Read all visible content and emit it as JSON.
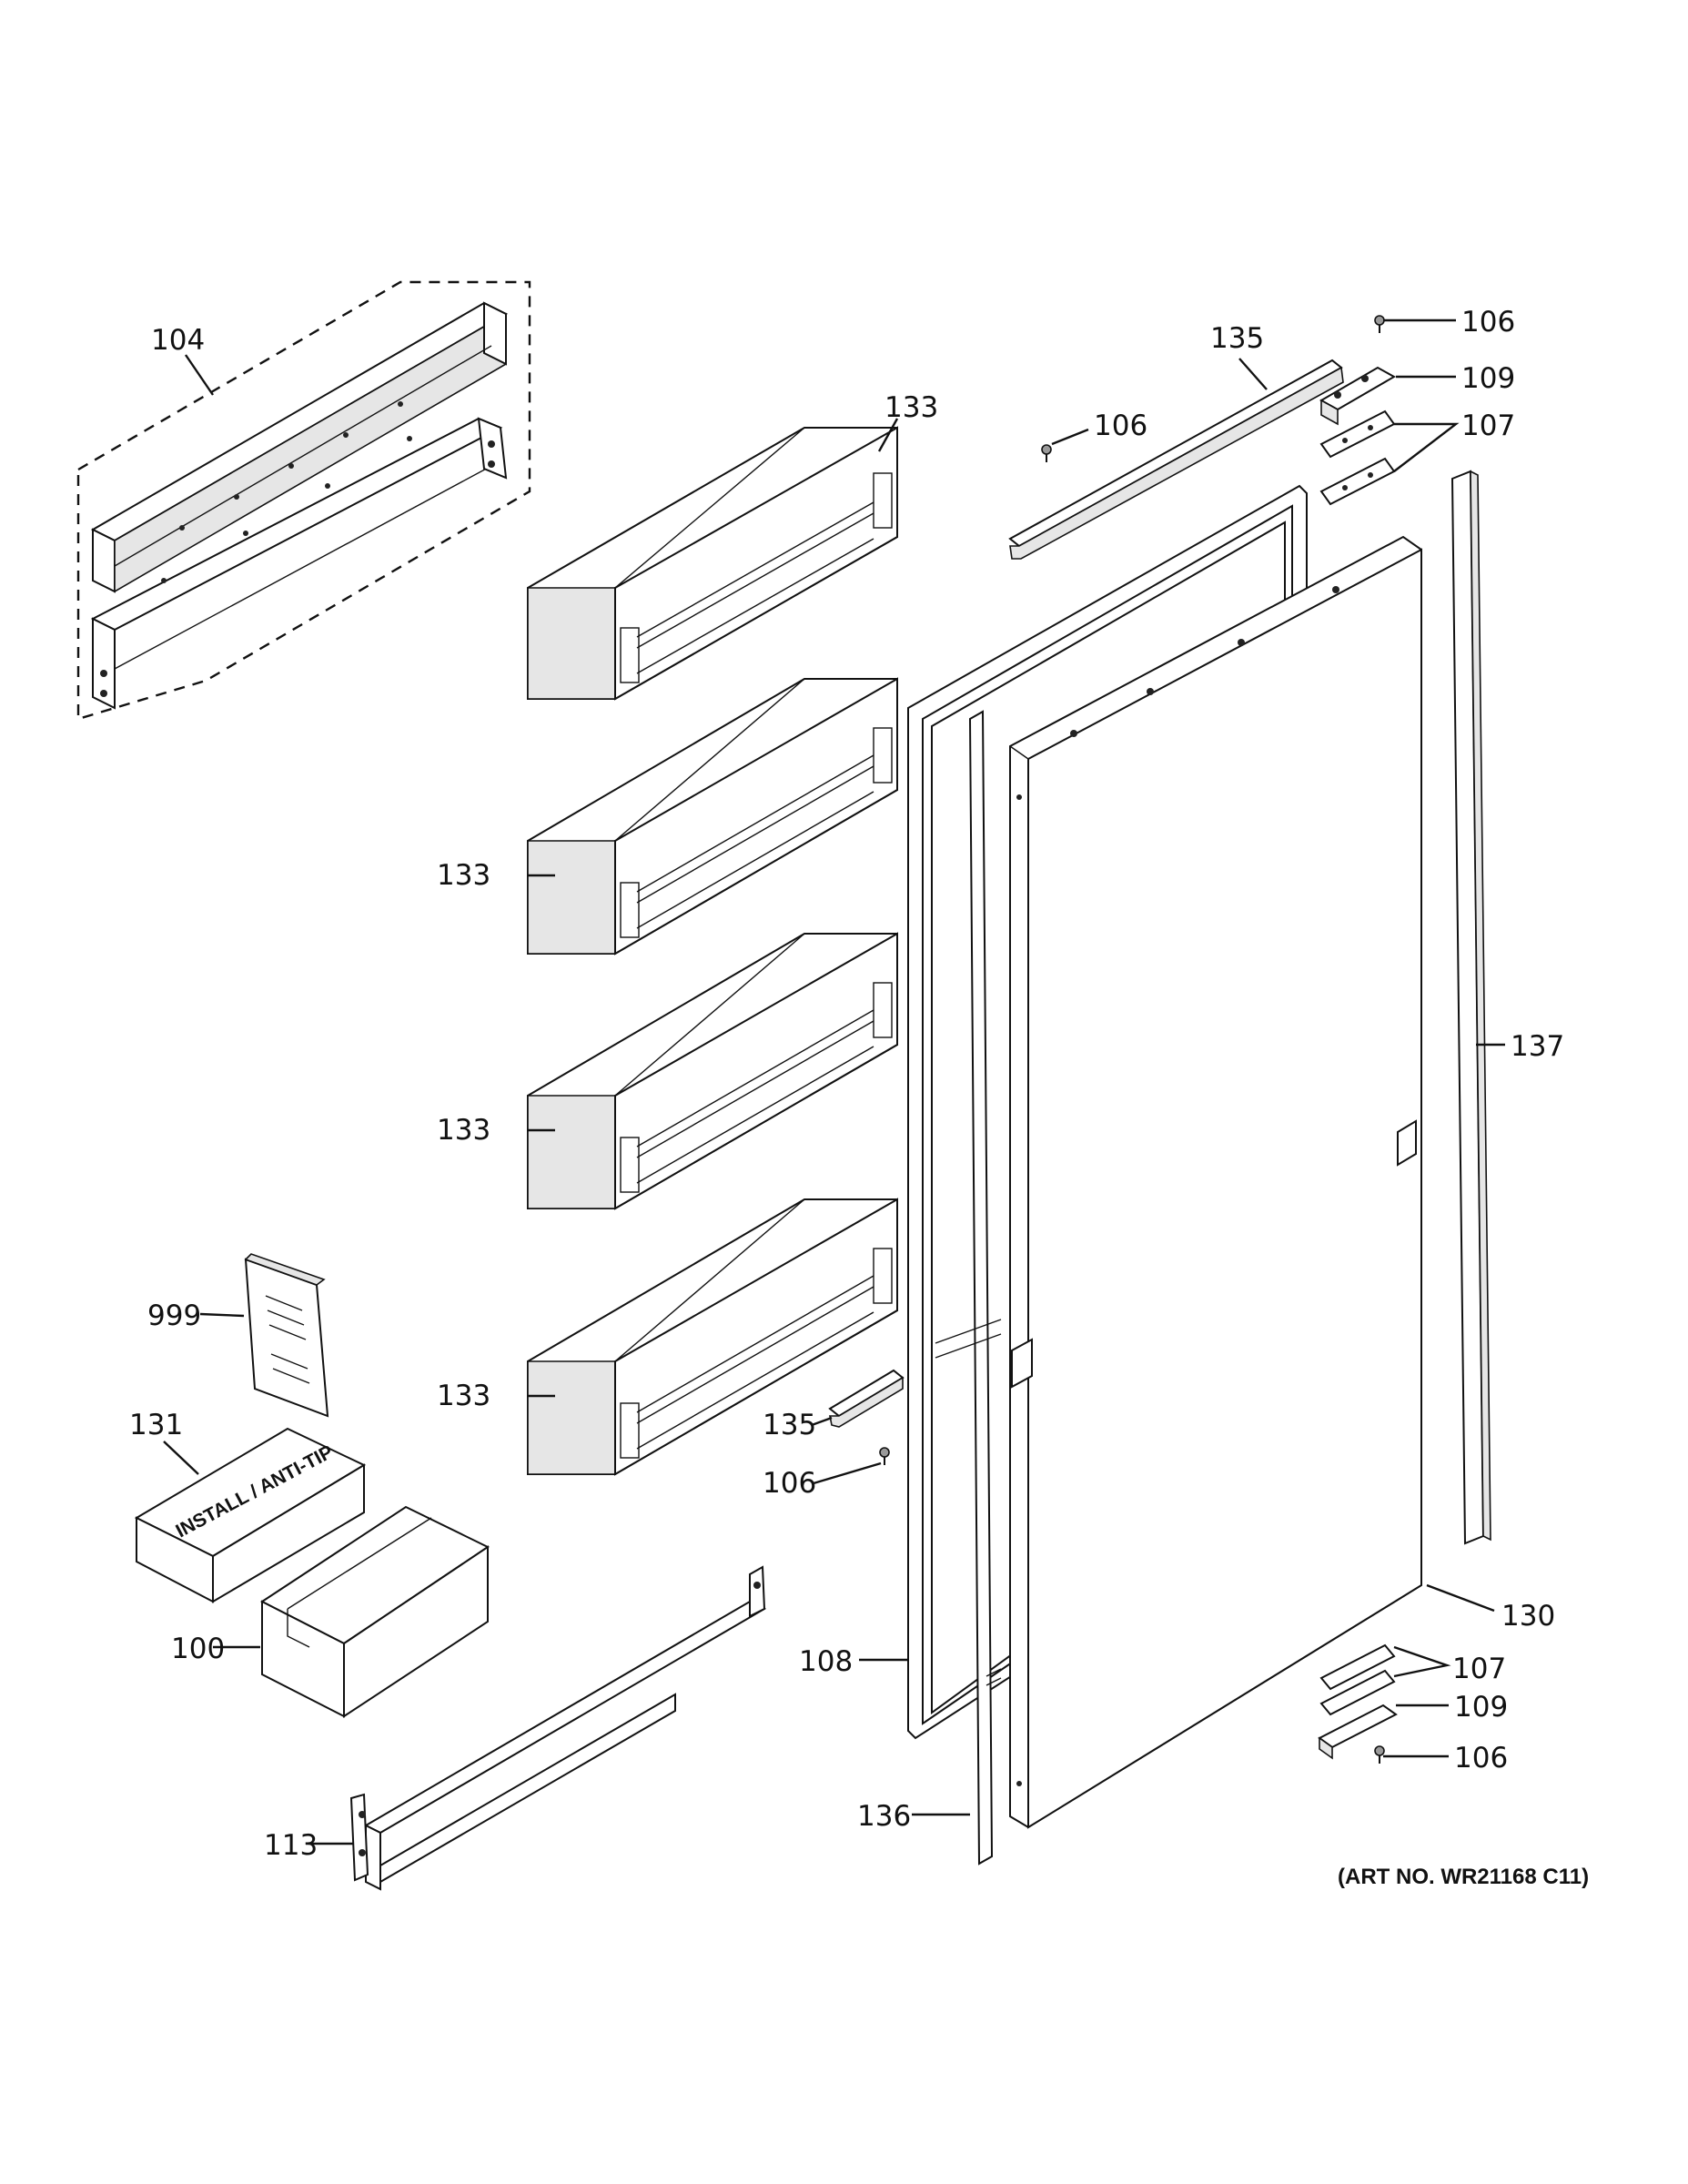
{
  "art_number": "(ART NO. WR21168 C11)",
  "box_stamp": "INSTALL / ANTI-TIP",
  "callouts": [
    {
      "id": "c104",
      "label": "104"
    },
    {
      "id": "c133a",
      "label": "133"
    },
    {
      "id": "c133b",
      "label": "133"
    },
    {
      "id": "c133c",
      "label": "133"
    },
    {
      "id": "c133d",
      "label": "133"
    },
    {
      "id": "c135a",
      "label": "135"
    },
    {
      "id": "c106a",
      "label": "106"
    },
    {
      "id": "c106b",
      "label": "106"
    },
    {
      "id": "c109a",
      "label": "109"
    },
    {
      "id": "c107a",
      "label": "107"
    },
    {
      "id": "c137",
      "label": "137"
    },
    {
      "id": "c999",
      "label": "999"
    },
    {
      "id": "c131",
      "label": "131"
    },
    {
      "id": "c100",
      "label": "100"
    },
    {
      "id": "c135b",
      "label": "135"
    },
    {
      "id": "c106c",
      "label": "106"
    },
    {
      "id": "c108",
      "label": "108"
    },
    {
      "id": "c130",
      "label": "130"
    },
    {
      "id": "c107b",
      "label": "107"
    },
    {
      "id": "c109b",
      "label": "109"
    },
    {
      "id": "c106d",
      "label": "106"
    },
    {
      "id": "c136",
      "label": "136"
    },
    {
      "id": "c113",
      "label": "113"
    }
  ]
}
